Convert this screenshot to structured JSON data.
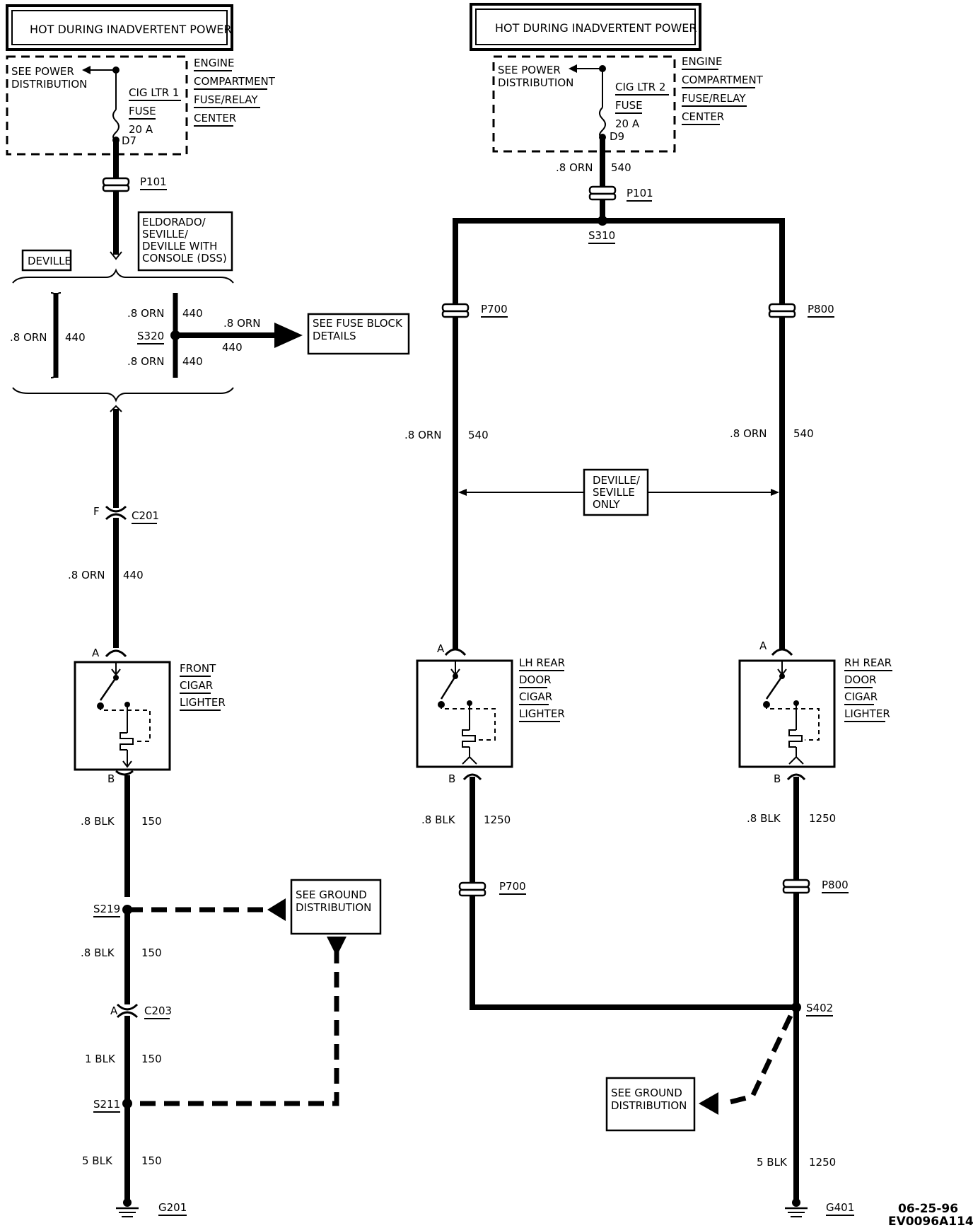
{
  "hot_during": "HOT DURING INADVERTENT POWER",
  "see_power_line1": "SEE POWER",
  "see_power_line2": "DISTRIBUTION",
  "center_lines": [
    "ENGINE",
    "COMPARTMENT",
    "FUSE/RELAY",
    "CENTER"
  ],
  "fuse": {
    "left_name": "CIG LTR 1",
    "right_name": "CIG LTR 2",
    "type": "FUSE",
    "rating": "20 A",
    "left_term": "D7",
    "right_term": "D9"
  },
  "left": {
    "p101": "P101",
    "eldorado_lines": [
      "ELDORADO/",
      "SEVILLE/",
      "DEVILLE WITH",
      "CONSOLE (DSS)"
    ],
    "deville": "DEVILLE",
    "wire_orn": ".8 ORN",
    "circuit_440": "440",
    "s320": "S320",
    "fuse_block_lines": [
      "SEE FUSE BLOCK",
      "DETAILS"
    ],
    "c201_pin": "F",
    "c201": "C201",
    "pin_a": "A",
    "pin_b": "B",
    "lighter_lines": [
      "FRONT",
      "CIGAR",
      "LIGHTER"
    ],
    "wire_blk": ".8 BLK",
    "circuit_150": "150",
    "s219": "S219",
    "ground_lines": [
      "SEE GROUND",
      "DISTRIBUTION"
    ],
    "c203_pin": "A",
    "c203": "C203",
    "wire_1blk": "1 BLK",
    "s211": "S211",
    "wire_5blk": "5 BLK",
    "g201": "G201"
  },
  "right": {
    "wire_orn": ".8 ORN",
    "circuit_540": "540",
    "p101": "P101",
    "s310": "S310",
    "p700": "P700",
    "p800": "P800",
    "deville_seville_lines": [
      "DEVILLE/",
      "SEVILLE",
      "ONLY"
    ],
    "pin_a": "A",
    "pin_b": "B",
    "lh_lines": [
      "LH REAR",
      "DOOR",
      "CIGAR",
      "LIGHTER"
    ],
    "rh_lines": [
      "RH REAR",
      "DOOR",
      "CIGAR",
      "LIGHTER"
    ],
    "wire_blk": ".8 BLK",
    "circuit_1250": "1250",
    "s402": "S402",
    "ground_lines": [
      "SEE GROUND",
      "DISTRIBUTION"
    ],
    "wire_5blk": "5 BLK",
    "g401": "G401"
  },
  "footer": {
    "date": "06-25-96",
    "code": "EV0096A114"
  }
}
